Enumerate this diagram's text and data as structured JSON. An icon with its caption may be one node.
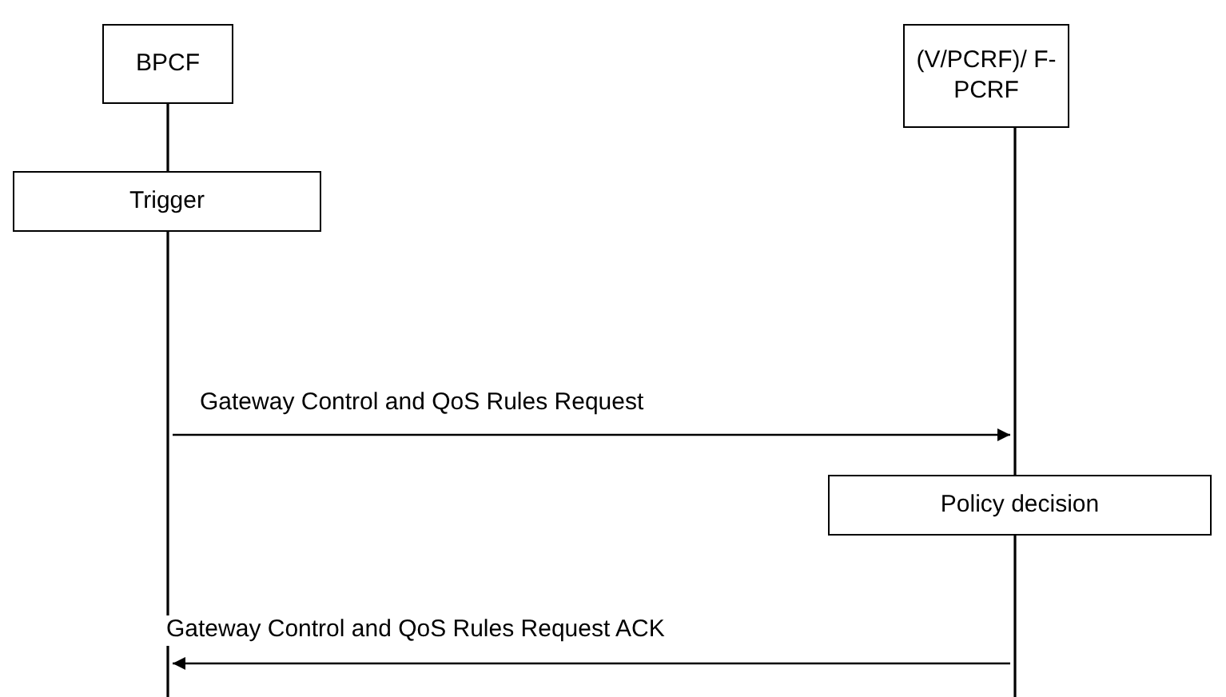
{
  "diagram": {
    "nodes": [
      {
        "text": [
          "BPCF"
        ]
      },
      {
        "text": [
          "(V/PCRF)/ F-PCRF"
        ]
      },
      {
        "text": [
          "Trigger"
        ]
      },
      {
        "text": [],
        "shape": "bar"
      },
      {
        "text": [],
        "shape": "bar"
      },
      {
        "text": [
          "Policy decision"
        ]
      },
      {
        "text": [],
        "shape": "bar"
      }
    ],
    "edges": [
      {
        "from": 0,
        "to": 2,
        "arrow": "none"
      },
      {
        "from": 3,
        "to": 4,
        "arrow": "to",
        "label": "Gateway Control and QoS Rules Request"
      },
      {
        "from": 6,
        "to": 3,
        "arrow": "to",
        "label": "Gateway Control and QoS Rules Request ACK"
      }
    ]
  }
}
